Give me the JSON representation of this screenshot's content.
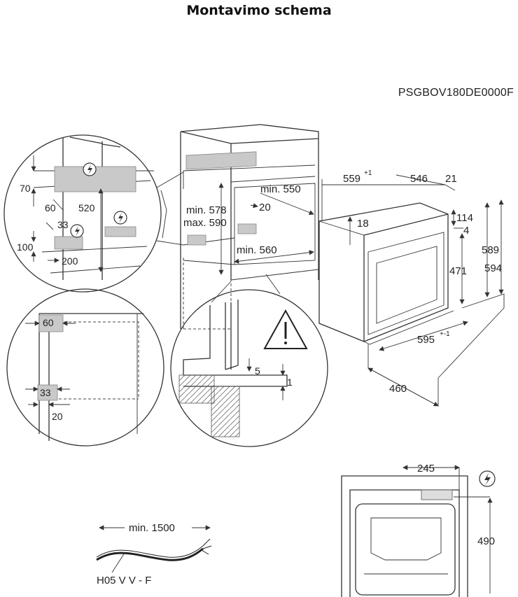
{
  "title": "Montavimo schema",
  "model_code": "PSGBOV180DE0000F",
  "icons": {
    "electric": "lightning-bolt-in-circle",
    "warning": "exclamation-triangle"
  },
  "cabinet": {
    "dim_min_550": "min. 550",
    "dim_20": "20",
    "dim_min_578": "min. 578",
    "dim_max_590": "max. 590",
    "dim_min_560": "min. 560"
  },
  "detail_top": {
    "dim_70": "70",
    "dim_60": "60",
    "dim_520": "520",
    "dim_33": "33",
    "dim_100": "100",
    "dim_200": "200"
  },
  "detail_side": {
    "dim_60": "60",
    "dim_33": "33",
    "dim_20": "20"
  },
  "detail_rail": {
    "dim_5": "5",
    "dim_1": "1"
  },
  "oven": {
    "dim_559": "559",
    "dim_559_tol": "+1",
    "dim_546": "546",
    "dim_21": "21",
    "dim_18": "18",
    "dim_114": "114",
    "dim_4": "4",
    "dim_589": "589",
    "dim_594": "594",
    "dim_471": "471",
    "dim_595": "595",
    "dim_595_tol": "+-1",
    "dim_460": "460"
  },
  "rear": {
    "dim_245": "245",
    "dim_490": "490"
  },
  "cable": {
    "length": "min. 1500",
    "type": "H05 V V - F"
  }
}
